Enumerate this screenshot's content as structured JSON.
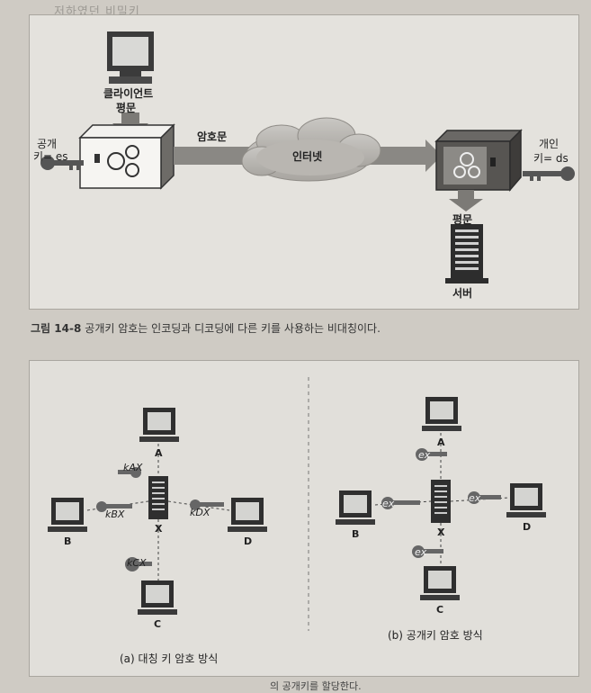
{
  "page_header": "저하였던 비밀키",
  "figure1": {
    "client_label": "클라이언트",
    "plaintext_top": "평문",
    "ciphertext_label": "암호문",
    "internet_label": "인터넷",
    "public_key_title": "공개",
    "public_key_label": "키= es",
    "private_key_title": "개인",
    "private_key_label": "키= ds",
    "plaintext_bottom": "평문",
    "server_label": "서버"
  },
  "caption": {
    "number": "그림 14-8",
    "text": "공개키 암호는 인코딩과 디코딩에 다른 키를 사용하는 비대칭이다."
  },
  "figure2": {
    "left": {
      "caption": "(a) 대칭 키 암호 방식",
      "node_a": "A",
      "node_b": "B",
      "node_c": "C",
      "node_d": "D",
      "node_x": "X",
      "key_ax": "kAX",
      "key_bx": "kBX",
      "key_cx": "kCX",
      "key_dx": "kDX"
    },
    "right": {
      "caption": "(b) 공개키 암호 방식",
      "node_a": "A",
      "node_b": "B",
      "node_c": "C",
      "node_d": "D",
      "node_x": "X",
      "key_label": "ex"
    }
  },
  "bottom_text": "의 공개키를 할당한다."
}
